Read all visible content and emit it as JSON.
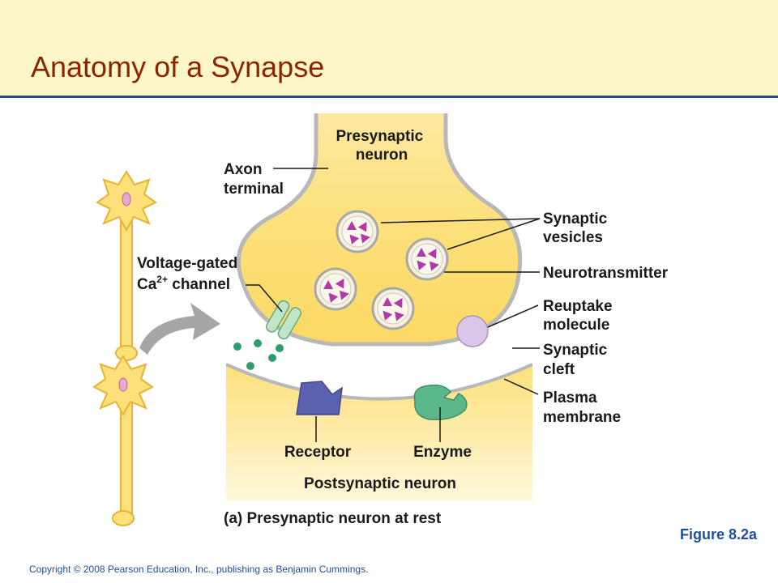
{
  "title": "Anatomy of a Synapse",
  "figure_label": "Figure 8.2a",
  "copyright": "Copyright © 2008 Pearson Education, Inc., publishing as Benjamin Cummings.",
  "diagram": {
    "presynaptic_line1": "Presynaptic",
    "presynaptic_line2": "neuron",
    "axon_line1": "Axon",
    "axon_line2": "terminal",
    "vesicles_line1": "Synaptic",
    "vesicles_line2": "vesicles",
    "neurotransmitter": "Neurotransmitter",
    "vgc_line1": "Voltage-gated",
    "vgc_ca": "Ca",
    "vgc_sup": "2+",
    "vgc_channel": " channel",
    "reuptake_line1": "Reuptake",
    "reuptake_line2": "molecule",
    "cleft_line1": "Synaptic",
    "cleft_line2": "cleft",
    "plasma_line1": "Plasma",
    "plasma_line2": "membrane",
    "receptor": "Receptor",
    "enzyme": "Enzyme",
    "postsynaptic": "Postsynaptic neuron",
    "caption_a": "(a)",
    "caption_text": " Presynaptic neuron at rest"
  },
  "colors": {
    "neuron_fill": "#fde07a",
    "receptor": "#5a62b0",
    "enzyme": "#5cb88a",
    "channel": "#bfe6c9",
    "ions": "#2f9e6e",
    "neurotransmitter": "#b03aa8",
    "reuptake": "#d9c6e8",
    "arrow": "#a6a6a6"
  }
}
